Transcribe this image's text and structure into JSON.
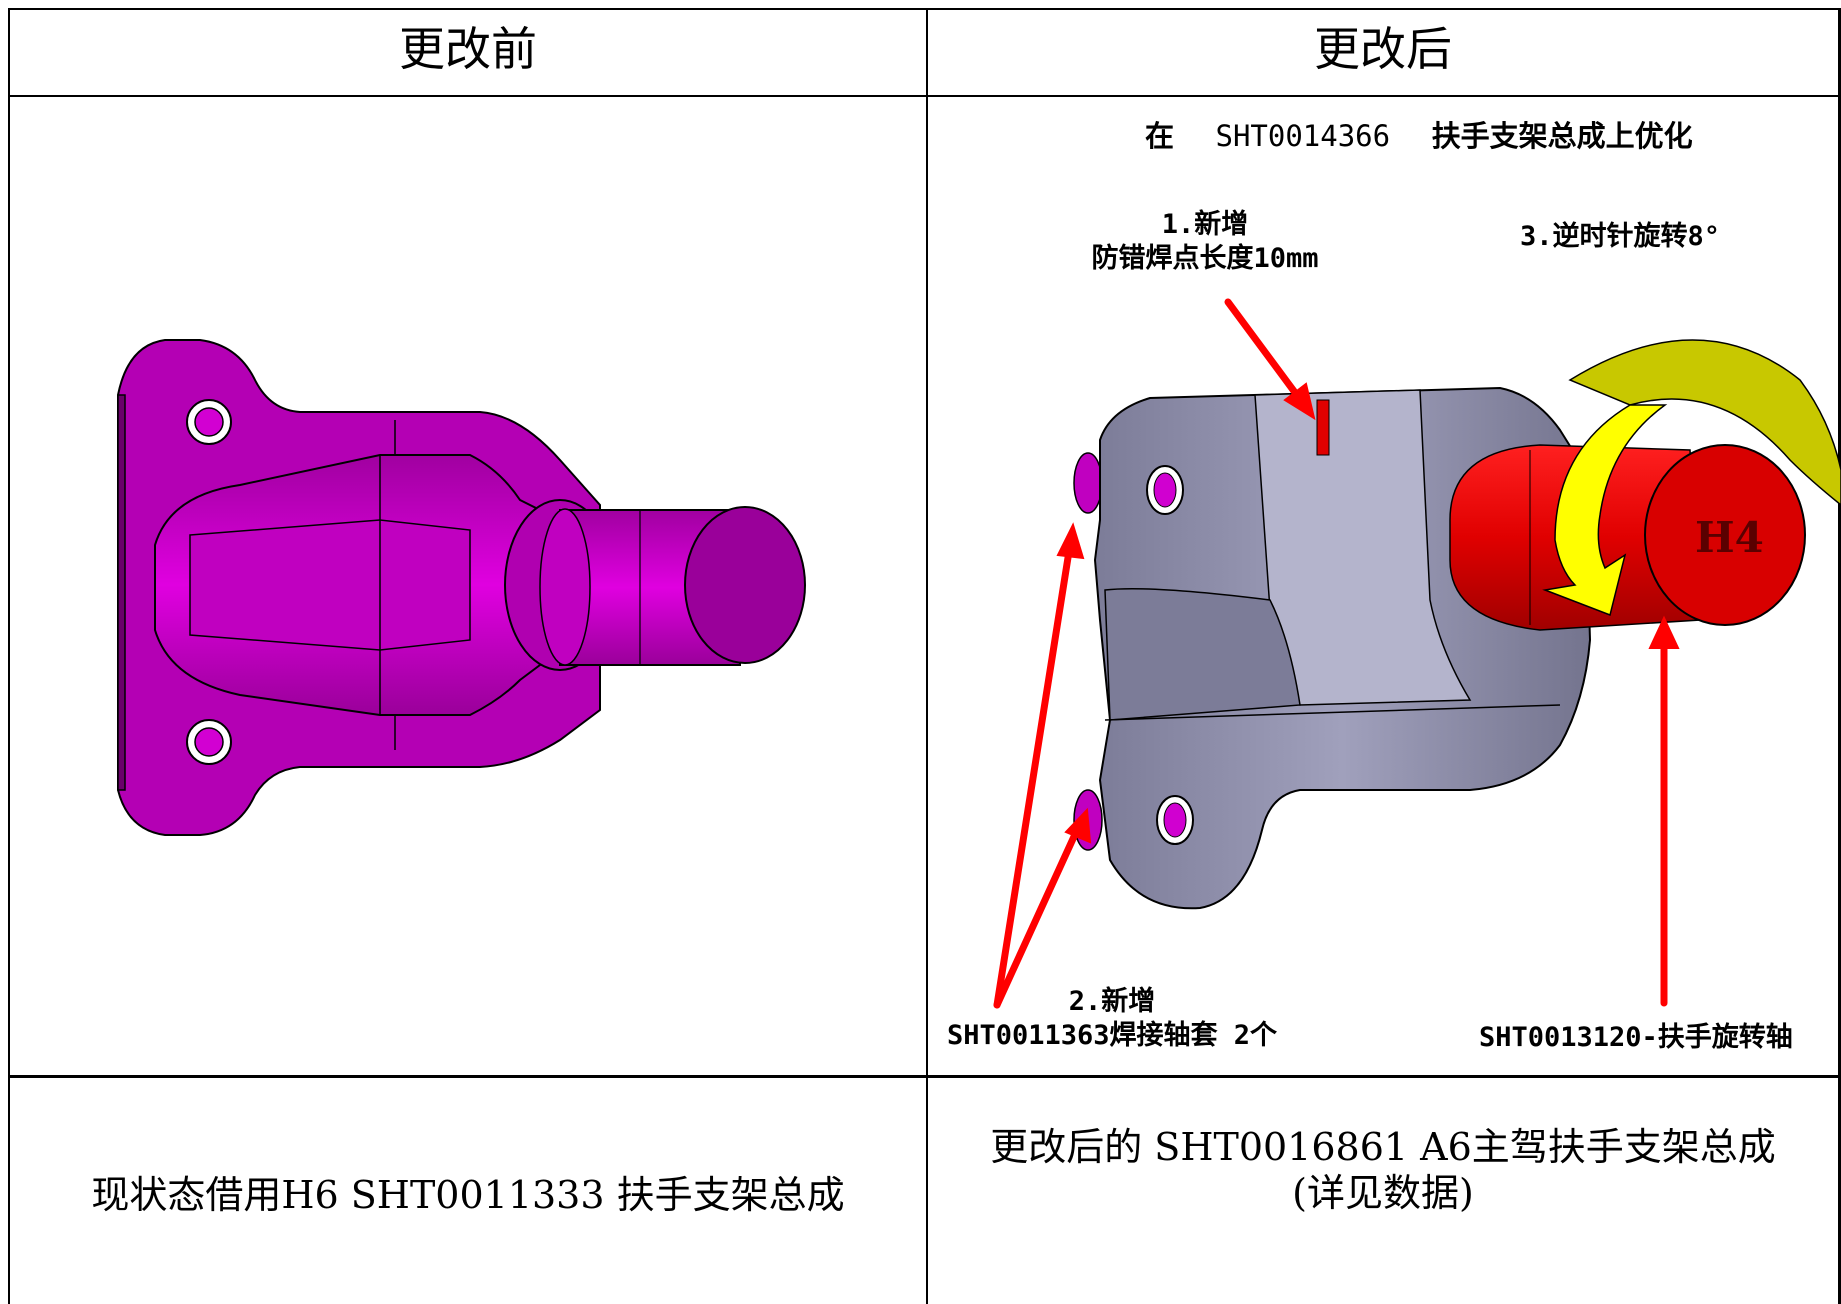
{
  "table": {
    "headers": {
      "before": "更改前",
      "after": "更改后"
    },
    "bottom": {
      "before": "现状态借用H6 SHT0011333 扶手支架总成",
      "after_line1": "更改后的  SHT0016861 A6主驾扶手支架总成",
      "after_line2": "(详见数据)"
    }
  },
  "after_figure": {
    "title_prefix": "在",
    "title_part": "SHT0014366",
    "title_suffix": "扶手支架总成上优化",
    "note1_line1": "1.新增",
    "note1_line2": "防错焊点长度10mm",
    "note3": "3.逆时针旋转8°",
    "note2_line1": "2.新增",
    "note2_line2": "SHT0011363焊接轴套 2个",
    "axis_label": "SHT0013120-扶手旋转轴",
    "shaft_mark": "H4"
  },
  "colors": {
    "magenta_part": "#c800c8",
    "magenta_dark": "#8a008a",
    "grey_part": "#8a8aa8",
    "grey_dark": "#5e5e78",
    "grey_light": "#b4b4cc",
    "red_part": "#e00000",
    "arrow_red": "#ff0000",
    "rotate_arrow_yellow": "#ffff00",
    "rotate_arrow_olive": "#c8c800"
  }
}
